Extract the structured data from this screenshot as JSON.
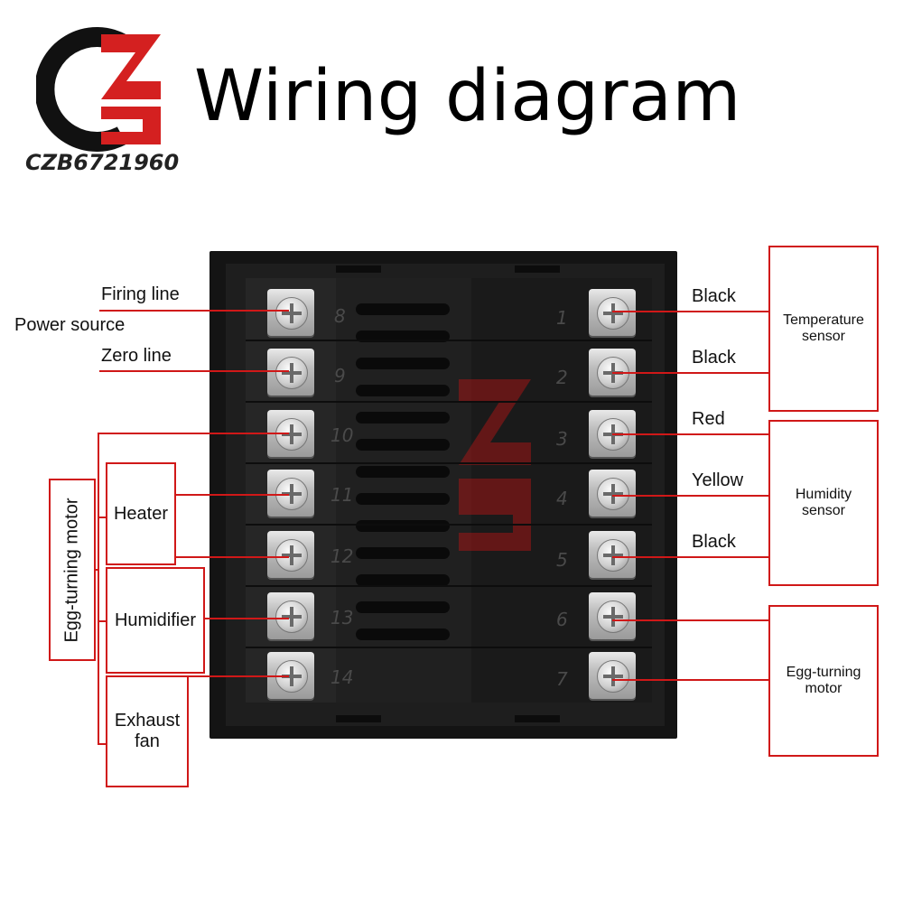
{
  "header": {
    "title": "Wiring diagram",
    "brand": "CZB6721960"
  },
  "left_labels": {
    "firing_line": "Firing line",
    "power_source": "Power source",
    "zero_line": "Zero line"
  },
  "left_boxes": {
    "egg_turning_motor": "Egg-turning motor",
    "heater": "Heater",
    "humidifier": "Humidifier",
    "exhaust_fan": "Exhaust fan"
  },
  "right_labels": [
    "Black",
    "Black",
    "Red",
    "Yellow",
    "Black"
  ],
  "right_boxes": {
    "temperature_sensor": "Temperature sensor",
    "humidity_sensor": "Humidity sensor",
    "egg_turning_motor": "Egg-turning motor"
  },
  "terminals": {
    "left": [
      "8",
      "9",
      "10",
      "11",
      "12",
      "13",
      "14"
    ],
    "right": [
      "1",
      "2",
      "3",
      "4",
      "5",
      "6",
      "7"
    ]
  },
  "colors": {
    "accent": "#d01818",
    "brand_red": "#d42020",
    "device": "#141414"
  }
}
